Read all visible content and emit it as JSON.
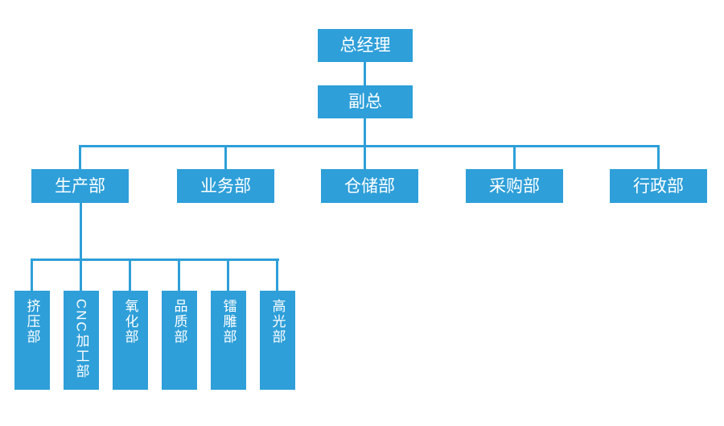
{
  "org_chart": {
    "title": "company-organization-chart",
    "colors": {
      "node_fill": "#2E9FD9",
      "node_text": "#FFFFFF",
      "connector": "#2E9FD9",
      "background": "#FFFFFF"
    },
    "hierarchy": {
      "general_manager": "总经理",
      "deputy_general_manager": "副总",
      "departments": [
        "生产部",
        "业务部",
        "仓储部",
        "采购部",
        "行政部"
      ],
      "production_sub_departments": [
        "挤压部",
        "CNC加工部",
        "氧化部",
        "品质部",
        "镭雕部",
        "高光部"
      ]
    }
  }
}
